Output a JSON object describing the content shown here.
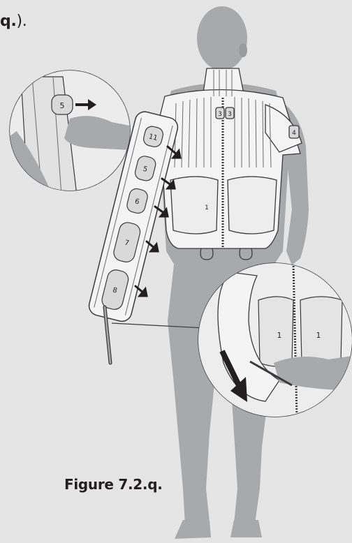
{
  "text_fragment": {
    "bold": "q.",
    "rest": ")."
  },
  "figure": {
    "caption": "Figure 7.2.q.",
    "panel_numbers": {
      "chest_left": "3",
      "chest_right": "3",
      "shoulder": "4",
      "back": "1",
      "arm_5": "5",
      "arm_6": "6",
      "arm_7": "7",
      "arm_8": "8",
      "arm_top": "11",
      "zoom_top": "5",
      "zoom_bottom_left": "1",
      "zoom_bottom_right": "1"
    }
  },
  "colors": {
    "background": "#e5e5e6",
    "mannequin": "#a8a9ab",
    "vest": "#f4f4f4",
    "outline": "#3a3a3c",
    "arrow": "#231f20"
  }
}
